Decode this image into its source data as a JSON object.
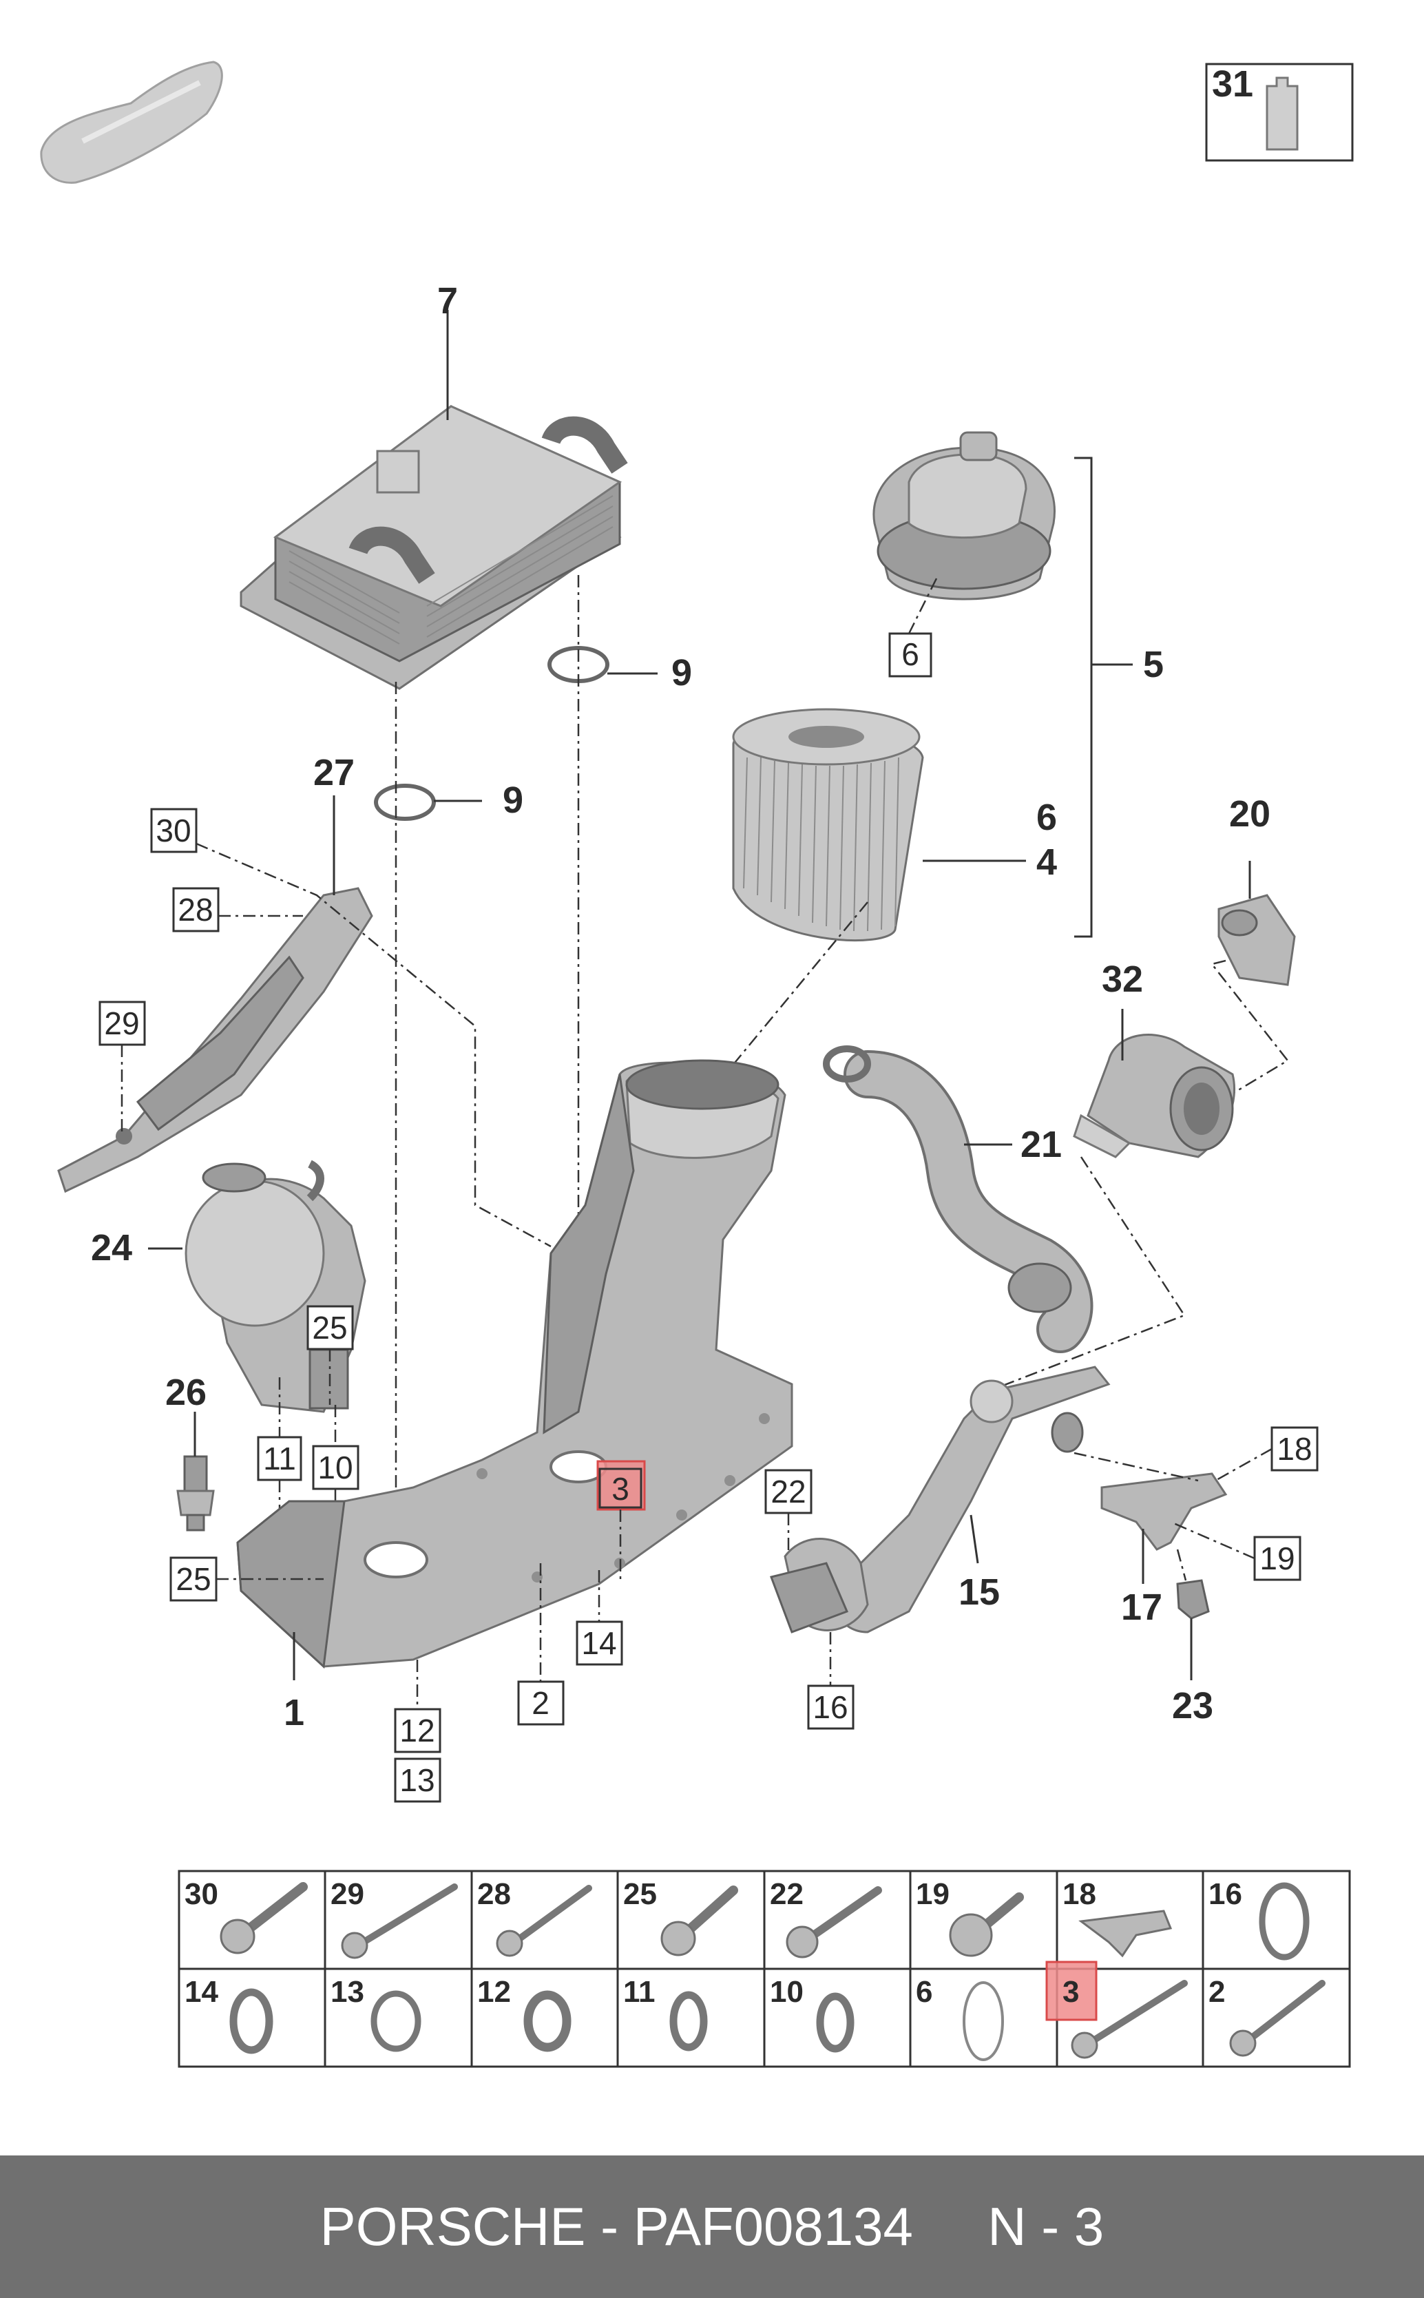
{
  "footer": {
    "brand": "PORSCHE",
    "separator": " - ",
    "part_number": "PAF008134",
    "position_label": "N - 3"
  },
  "highlight_color": "#f08c8c",
  "callouts": {
    "c7": "7",
    "c9a": "9",
    "c9b": "9",
    "c5": "5",
    "c6": "6",
    "c4": "4",
    "c20": "20",
    "c32": "32",
    "c27": "27",
    "c21": "21",
    "c24": "24",
    "c26": "26",
    "c15": "15",
    "c17": "17",
    "c23": "23",
    "c1": "1",
    "c31": "31"
  },
  "boxed_labels": {
    "b6": "6",
    "b30": "30",
    "b28": "28",
    "b29": "29",
    "b25a": "25",
    "b11": "11",
    "b10": "10",
    "b25b": "25",
    "b3": "3",
    "b22": "22",
    "b18": "18",
    "b19": "19",
    "b14": "14",
    "b2": "2",
    "b16": "16",
    "b12": "12",
    "b13": "13"
  },
  "parts_grid": {
    "row1": [
      "30",
      "29",
      "28",
      "25",
      "22",
      "19",
      "18",
      "16"
    ],
    "row2": [
      "14",
      "13",
      "12",
      "11",
      "10",
      "6",
      "3",
      "2"
    ]
  }
}
